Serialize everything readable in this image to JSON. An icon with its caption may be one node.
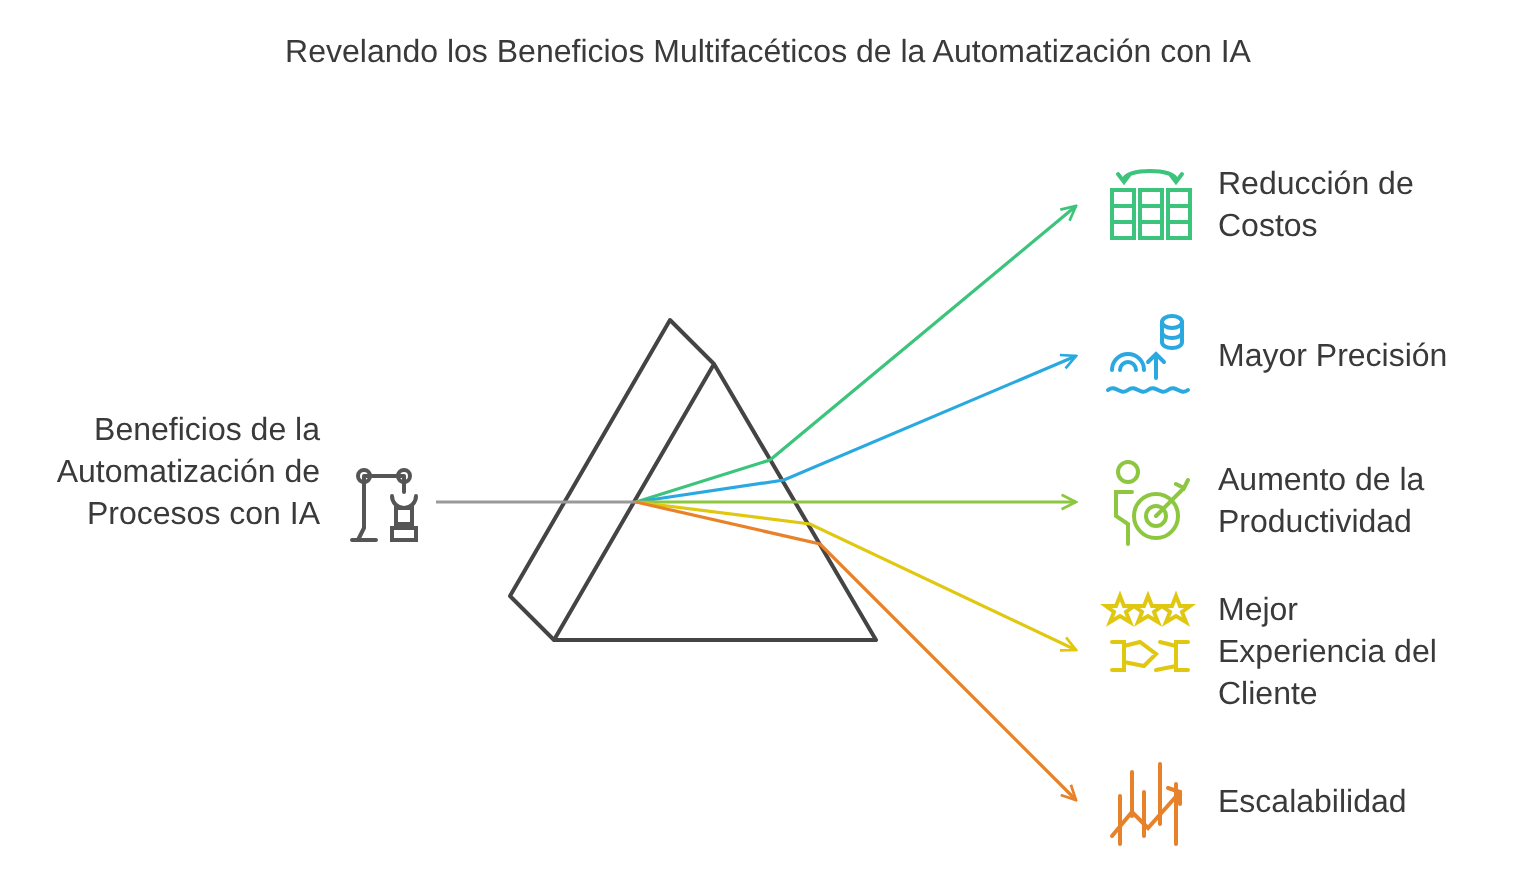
{
  "diagram": {
    "title": "Revelando los Beneficios Multifacéticos de la Automatización con IA",
    "nodes": [
      {
        "text": [
          "Beneficios de la Automatización de Procesos con IA"
        ]
      },
      {
        "text": [],
        "shape": "prism"
      },
      {
        "text": [
          "Reducción de Costos"
        ]
      },
      {
        "text": [
          "Mayor Precisión"
        ]
      },
      {
        "text": [
          "Aumento de la Productividad"
        ]
      },
      {
        "text": [
          "Mejor Experiencia del Cliente"
        ]
      },
      {
        "text": [
          "Escalabilidad"
        ]
      }
    ],
    "edges": [
      {
        "from": 0,
        "to": 1,
        "arrow": "none"
      },
      {
        "from": 1,
        "to": 2,
        "arrow": "to",
        "color": "#3cc47c"
      },
      {
        "from": 1,
        "to": 3,
        "arrow": "to",
        "color": "#29a9e0"
      },
      {
        "from": 1,
        "to": 4,
        "arrow": "to",
        "color": "#8dc63f"
      },
      {
        "from": 1,
        "to": 5,
        "arrow": "to",
        "color": "#e0c810"
      },
      {
        "from": 1,
        "to": 6,
        "arrow": "to",
        "color": "#e8822a"
      }
    ]
  }
}
